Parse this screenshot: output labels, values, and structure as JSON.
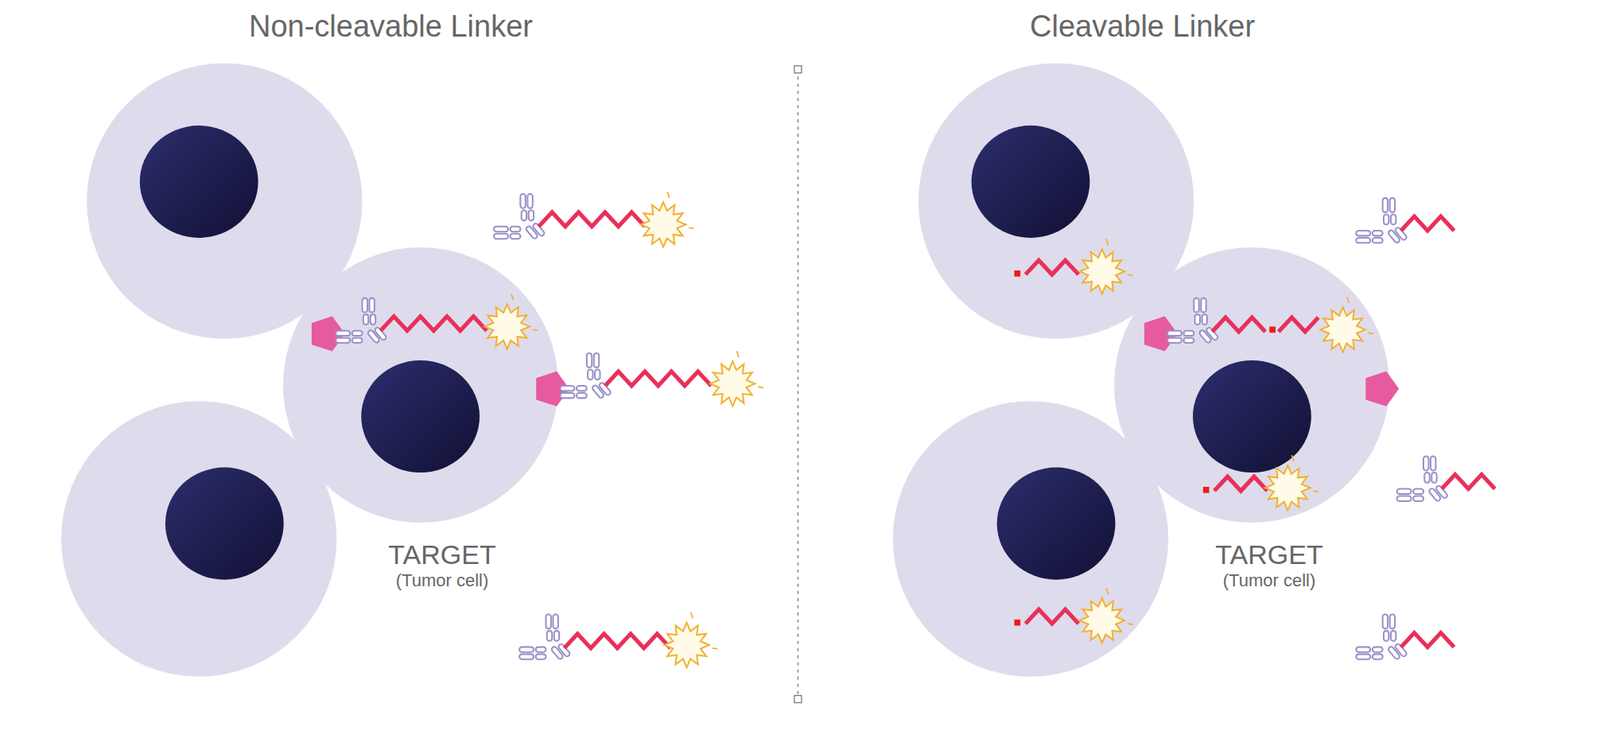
{
  "diagram": {
    "nodes": [
      {
        "text": [
          "TARGET",
          "(Tumor cell)"
        ]
      },
      {
        "text": [
          "TARGET",
          "(Tumor cell)"
        ]
      }
    ],
    "labels": [
      "Non-cleavable Linker",
      "Cleavable Linker"
    ]
  }
}
